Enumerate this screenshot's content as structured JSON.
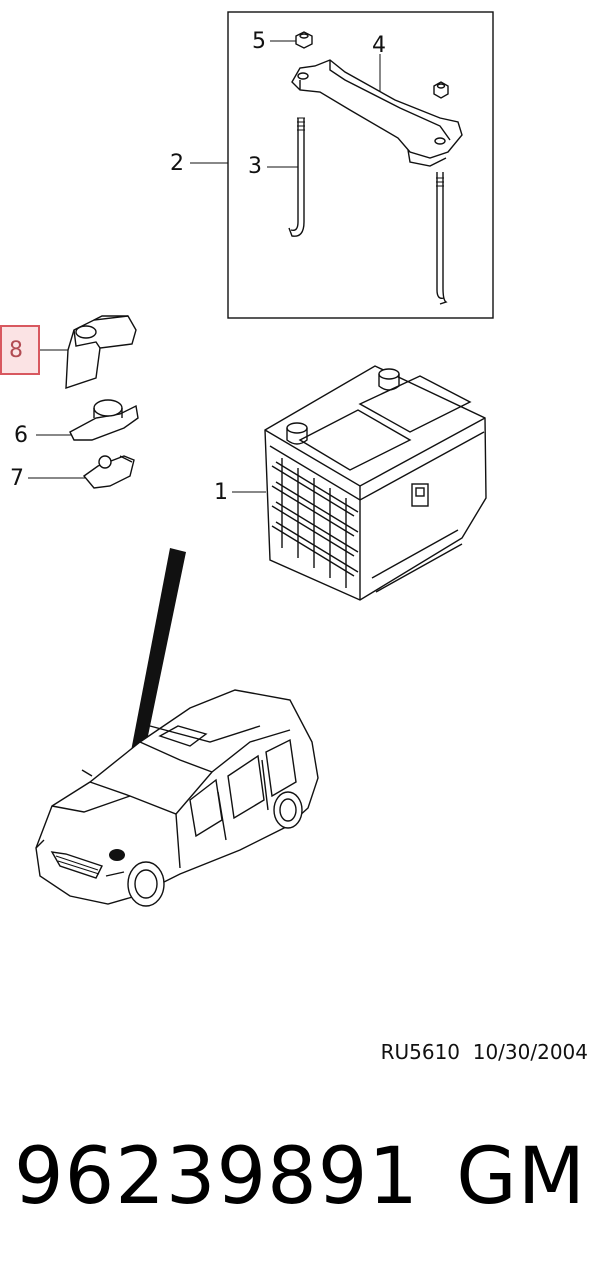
{
  "callouts": {
    "c1": "1",
    "c2": "2",
    "c3": "3",
    "c4": "4",
    "c5": "5",
    "c6": "6",
    "c7": "7",
    "c8": "8"
  },
  "highlight": {
    "label": "8",
    "color": "#d8585f",
    "fill": "#fbe3e4"
  },
  "reference": "RU5610  10/30/2004",
  "footer": {
    "part_number": "96239891",
    "brand": "GM"
  }
}
